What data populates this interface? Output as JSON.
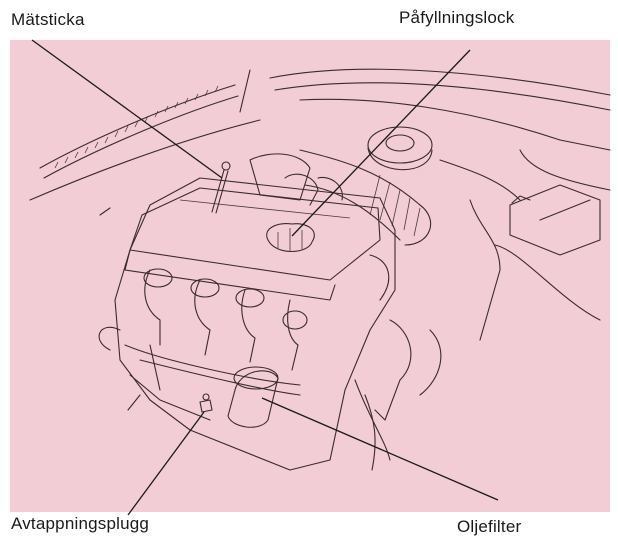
{
  "labels": {
    "dipstick": "Mätsticka",
    "filler_cap": "Påfyllningslock",
    "drain_plug": "Avtappningsplugg",
    "oil_filter": "Oljefilter"
  },
  "colors": {
    "panel_background": "#f3cdd6",
    "line_art": "#3a2a2e",
    "label_text": "#1a1a1a"
  }
}
